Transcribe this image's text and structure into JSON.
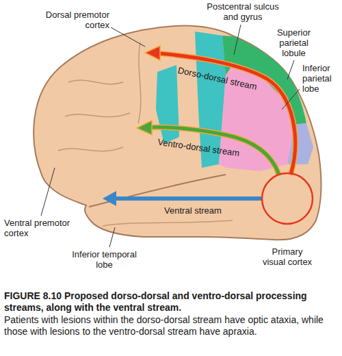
{
  "diagram": {
    "caption": "FIGURE 8.10 Proposed dorso-dorsal and ventro-dorsal processing streams, along with the ventral stream.",
    "nodes": [
      {
        "text": [
          "Primary visual cortex"
        ]
      }
    ],
    "labels": [
      "Dorsal premotor cortex",
      "Postcentral sulcus and gyrus",
      "Superior parietal lobule",
      "Inferior parietal lobe",
      "Dorso-dorsal stream",
      "Ventro-dorsal stream",
      "Ventral stream",
      "Ventral premotor cortex",
      "Inferior temporal lobe",
      "Patients with lesions within the dorso-dorsal stream have optic ataxia, while those with lesions to the ventro-dorsal stream have apraxia."
    ]
  }
}
